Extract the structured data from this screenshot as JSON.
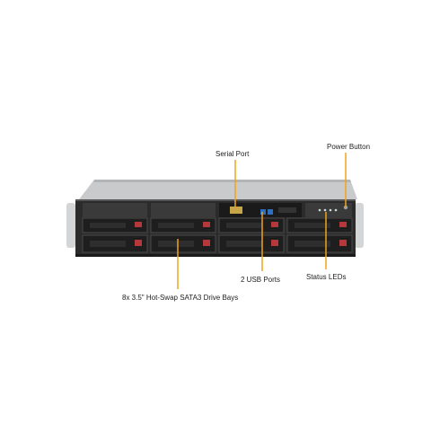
{
  "callouts": {
    "serial_port": "Serial Port",
    "power_button": "Power Button",
    "usb_ports": "2 USB Ports",
    "status_leds": "Status LEDs",
    "drive_bays": "8x 3.5\" Hot-Swap SATA3 Drive Bays"
  },
  "colors": {
    "leader_line": "#f0a21c",
    "chassis_front": "#2b2b2b",
    "chassis_top": "#c9cacb",
    "drive_tray": "#1e1e1e",
    "drive_latch": "#b5383a"
  }
}
